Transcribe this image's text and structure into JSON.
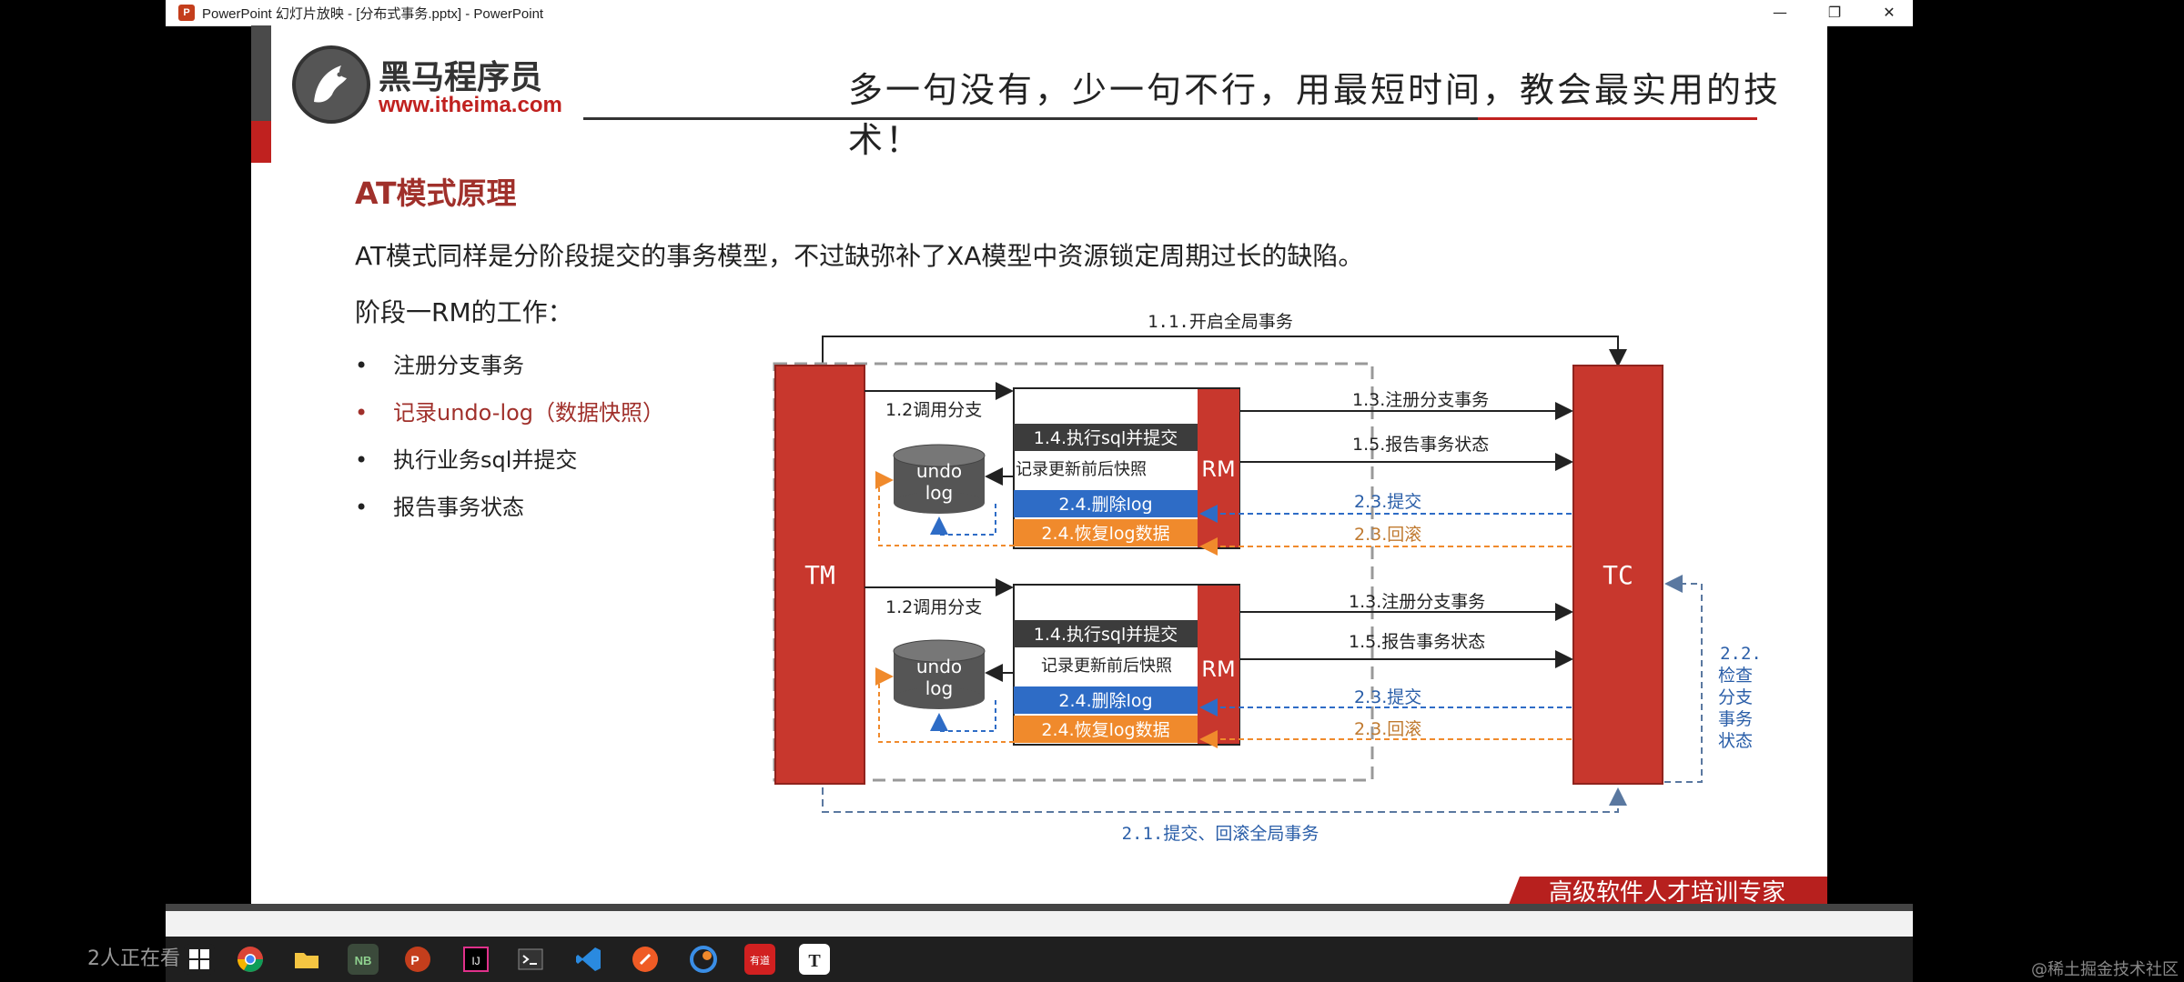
{
  "window": {
    "title": "PowerPoint 幻灯片放映 - [分布式事务.pptx] - PowerPoint",
    "app_icon": "P",
    "minimize": "—",
    "maximize": "❐",
    "close": "✕"
  },
  "slide": {
    "logo": {
      "name": "黑马程序员",
      "url": "www.itheima.com"
    },
    "slogan": "多一句没有，少一句不行，用最短时间，教会最实用的技术！",
    "heading": "AT模式原理",
    "intro": "AT模式同样是分阶段提交的事务模型，不过缺弥补了XA模型中资源锁定周期过长的缺陷。",
    "phase_title": "阶段一RM的工作：",
    "bullets": [
      {
        "text": "注册分支事务",
        "color": "#222222"
      },
      {
        "text": "记录undo-log（数据快照）",
        "color": "#a0302b"
      },
      {
        "text": "执行业务sql并提交",
        "color": "#222222"
      },
      {
        "text": "报告事务状态",
        "color": "#222222"
      }
    ],
    "footer_banner": "高级软件人才培训专家",
    "colors": {
      "accent_red": "#c0211f",
      "box_red": "#c8372d",
      "blue": "#2e6cc6",
      "orange": "#f08a2c",
      "dark": "#3c3c3c",
      "link_blue": "#2a5ea8",
      "link_orange": "#c07a30"
    }
  },
  "diagram": {
    "tm_label": "TM",
    "tc_label": "TC",
    "top_arrow_label": "1.1.开启全局事务",
    "bottom_arrow_label": "2.1.提交、回滚全局事务",
    "check_label_lines": [
      "2.2.",
      "检查",
      "分支",
      "事务",
      "状态"
    ],
    "branches": [
      {
        "call_label": "1.2调用分支",
        "exec_label": "1.4.执行sql并提交",
        "snapshot_label": "记录更新前后快照",
        "delete_log": "2.4.删除log",
        "restore_log": "2.4.恢复log数据",
        "rm_label": "RM",
        "undo_lines": [
          "undo",
          "log"
        ],
        "register_label": "1.3.注册分支事务",
        "report_label": "1.5.报告事务状态",
        "commit_label": "2.3.提交",
        "rollback_label": "2.3.回滚"
      },
      {
        "call_label": "1.2调用分支",
        "exec_label": "1.4.执行sql并提交",
        "snapshot_label": "记录更新前后快照",
        "delete_log": "2.4.删除log",
        "restore_log": "2.4.恢复log数据",
        "rm_label": "RM",
        "undo_lines": [
          "undo",
          "log"
        ],
        "register_label": "1.3.注册分支事务",
        "report_label": "1.5.报告事务状态",
        "commit_label": "2.3.提交",
        "rollback_label": "2.3.回滚"
      }
    ]
  },
  "status": {
    "viewer_count": "2人正在看",
    "watermark": "@稀土掘金技术社区"
  },
  "taskbar": {
    "icons": [
      "windows-start-icon",
      "chrome-icon",
      "file-explorer-icon",
      "notebook-icon",
      "powerpoint-icon",
      "jetbrains-icon",
      "terminal-icon",
      "vscode-icon",
      "postman-icon",
      "browser-icon",
      "youdao-icon",
      "typora-icon"
    ]
  }
}
